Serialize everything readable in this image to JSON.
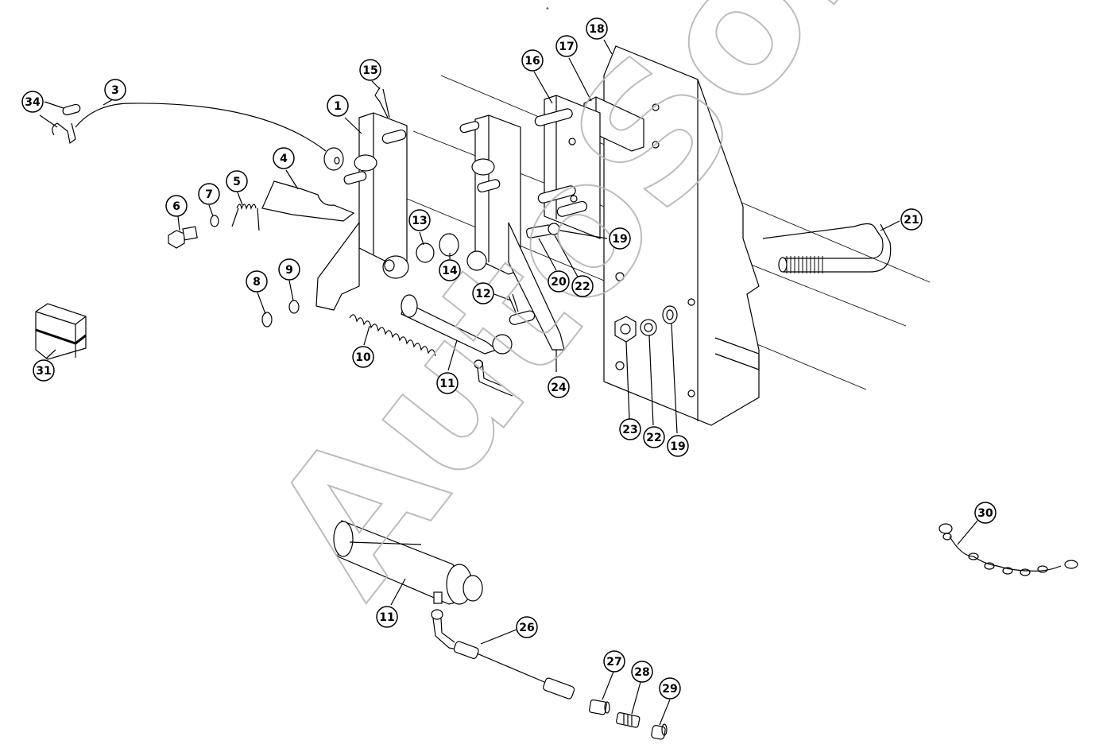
{
  "top_mark": "•",
  "watermark": {
    "text": "AutoSoft",
    "color": "#c9c9c9"
  },
  "callouts": [
    {
      "label": "34"
    },
    {
      "label": "3"
    },
    {
      "label": "15"
    },
    {
      "label": "1"
    },
    {
      "label": "4"
    },
    {
      "label": "5"
    },
    {
      "label": "7"
    },
    {
      "label": "6"
    },
    {
      "label": "16"
    },
    {
      "label": "17"
    },
    {
      "label": "18"
    },
    {
      "label": "13"
    },
    {
      "label": "14"
    },
    {
      "label": "12"
    },
    {
      "label": "19"
    },
    {
      "label": "20"
    },
    {
      "label": "22"
    },
    {
      "label": "21"
    },
    {
      "label": "8"
    },
    {
      "label": "9"
    },
    {
      "label": "10"
    },
    {
      "label": "11"
    },
    {
      "label": "24"
    },
    {
      "label": "23"
    },
    {
      "label": "22"
    },
    {
      "label": "19"
    },
    {
      "label": "31"
    },
    {
      "label": "30"
    },
    {
      "label": "11"
    },
    {
      "label": "26"
    },
    {
      "label": "27"
    },
    {
      "label": "28"
    },
    {
      "label": "29"
    }
  ]
}
